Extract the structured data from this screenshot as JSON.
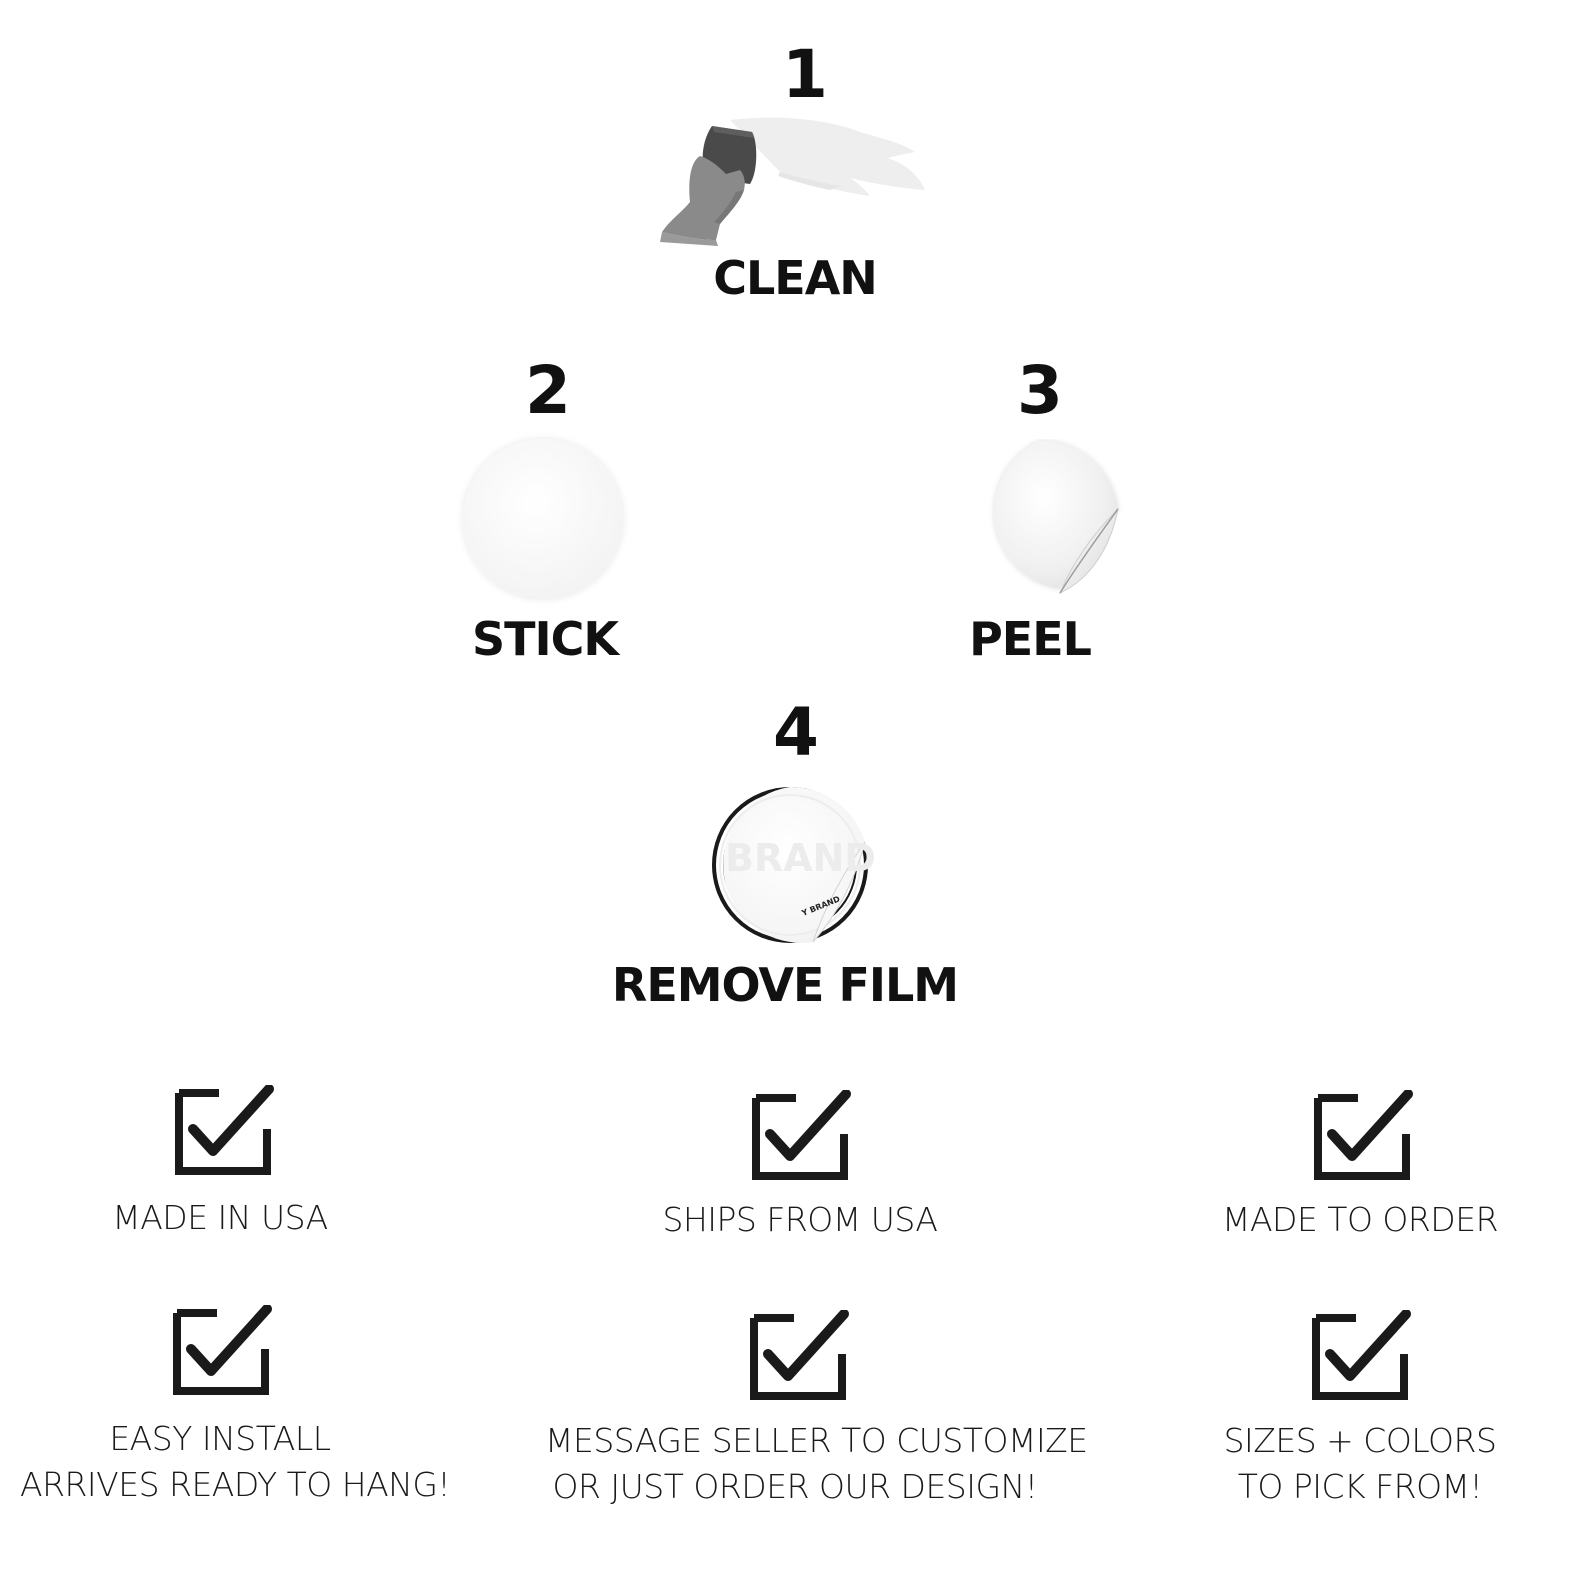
{
  "steps": [
    {
      "number": "1",
      "label": "CLEAN",
      "icon": "gloved-hand-sponge-icon"
    },
    {
      "number": "2",
      "label": "STICK",
      "icon": "blank-sticker-icon"
    },
    {
      "number": "3",
      "label": "PEEL",
      "icon": "peeling-sticker-icon"
    },
    {
      "number": "4",
      "label": "REMOVE FILM",
      "icon": "brand-sticker-film-icon",
      "brand_text": "BRAND",
      "brand_subtext": "Y BRAND"
    }
  ],
  "features": [
    {
      "line1": "MADE IN USA",
      "line2": ""
    },
    {
      "line1": "SHIPS FROM USA",
      "line2": ""
    },
    {
      "line1": "MADE TO ORDER",
      "line2": ""
    },
    {
      "line1": "EASY INSTALL",
      "line2": "ARRIVES READY TO HANG!"
    },
    {
      "line1": "MESSAGE SELLER TO CUSTOMIZE",
      "line2": "OR JUST ORDER OUR DESIGN!"
    },
    {
      "line1": "SIZES + COLORS",
      "line2": "TO PICK FROM!"
    }
  ],
  "colors": {
    "text": "#111111",
    "background": "#ffffff",
    "glove": "#8a8a8a",
    "sponge": "#4a4a4a"
  }
}
